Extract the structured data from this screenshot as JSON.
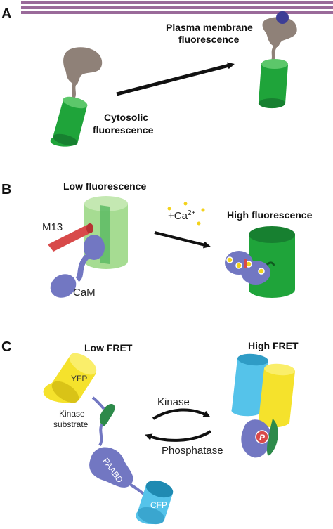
{
  "colors": {
    "membrane": "#9a6a9a",
    "green_dark": "#1fa43a",
    "green_light": "#a6dc92",
    "brown": "#8f8178",
    "purple": "#7277c2",
    "red": "#d84a4a",
    "yellow": "#f5e22c",
    "cyan": "#55c3ea",
    "arrow": "#111111"
  },
  "panel_a": {
    "letter": "A",
    "label_plasma_line1": "Plasma membrane",
    "label_plasma_line2": "fluorescence",
    "label_cytosolic_line1": "Cytosolic",
    "label_cytosolic_line2": "fluorescence"
  },
  "panel_b": {
    "letter": "B",
    "label_low": "Low fluorescence",
    "label_high": "High fluorescence",
    "label_m13": "M13",
    "label_cam": "CaM",
    "label_ca": "+Ca",
    "label_ca_sup": "2+"
  },
  "panel_c": {
    "letter": "C",
    "label_low_fret": "Low FRET",
    "label_high_fret": "High FRET",
    "label_yfp": "YFP",
    "label_cfp": "CFP",
    "label_paabd": "PAABD",
    "label_kinase_substrate_line1": "Kinase",
    "label_kinase_substrate_line2": "substrate",
    "label_kinase": "Kinase",
    "label_phosphatase": "Phosphatase",
    "label_p": "P"
  }
}
